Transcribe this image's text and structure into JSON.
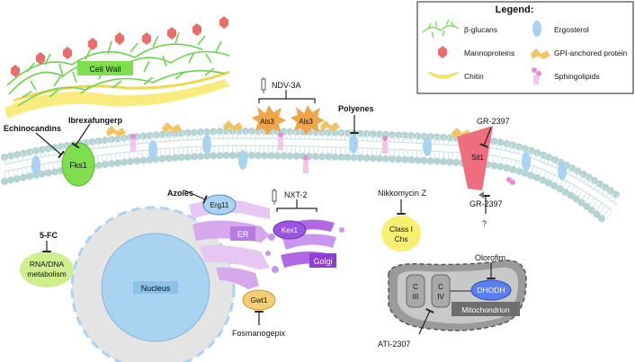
{
  "legend": {
    "title": "Legend:",
    "items": [
      {
        "label": "β-glucans",
        "icon": "beta-glucan-icon"
      },
      {
        "label": "Ergosterol",
        "icon": "ergosterol-icon"
      },
      {
        "label": "Mannoproteins",
        "icon": "mannoprotein-icon"
      },
      {
        "label": "GPI-anchored protein",
        "icon": "gpi-anchored-protein-icon"
      },
      {
        "label": "Chitin",
        "icon": "chitin-icon"
      },
      {
        "label": "Sphingolipids",
        "icon": "sphingolipid-icon"
      }
    ]
  },
  "structures": {
    "cell_wall": "Cell Wall",
    "fks1": "Fks1",
    "als3_left": "Als3",
    "als3_right": "Als3",
    "sit1": "Sit1",
    "erg11": "Erg11",
    "er": "ER",
    "kex1": "Kex1",
    "golgi": "Golgi",
    "gwt1": "Gwt1",
    "nucleus": "Nucleus",
    "rna_dna_line1": "RNA/DNA",
    "rna_dna_line2": "metabolism",
    "chs_line1": "Class I",
    "chs_line2": "Chs",
    "complex_iii_line1": "C",
    "complex_iii_line2": "III",
    "complex_iv_line1": "C",
    "complex_iv_line2": "IV",
    "dhodh": "DHODH",
    "mitochondrion": "Mitochondrion"
  },
  "drugs": {
    "echinocandins": "Echinocandins",
    "ibrexafungerp": "Ibrexafungerp",
    "ndv3a": "NDV-3A",
    "polyenes": "Polyenes",
    "gr2397_top": "GR-2397",
    "gr2397_bottom": "GR-2397",
    "question": "?",
    "azoles": "Azoles",
    "nxt2": "NXT-2",
    "fc5": "5-FC",
    "nikkomycin": "Nikkomycin Z",
    "fosmanogepix": "Fosmanogepix",
    "olorofim": "Olorofim",
    "ati2307": "ATI-2307"
  },
  "colors": {
    "membrane_head": "#b6d3d3",
    "membrane_tail": "#c6dede",
    "ergosterol": "#a9d3f0",
    "fks1": "#7ede4e",
    "als3": "#f0a54a",
    "sit1": "#ee6e7e",
    "er": "#d7a9ec",
    "golgi": "#b267e4",
    "kex1": "#9b55e0",
    "erg11": "#a9d3f0",
    "gwt1": "#f4cd74",
    "nucleus": "#a9d3f0",
    "cytoplasm": "#e4e4e4",
    "rna_dna": "#cfee8e",
    "chs": "#f8ee70",
    "mito_outer": "#9a9a9a",
    "mito_inner": "#c8c8c8",
    "dhodh": "#5b7ef2",
    "glucan": "#6cd44c",
    "mannoprotein": "#ec6b6b",
    "chitin": "#f8ea70",
    "sphingolipid": "#e98ad8"
  }
}
